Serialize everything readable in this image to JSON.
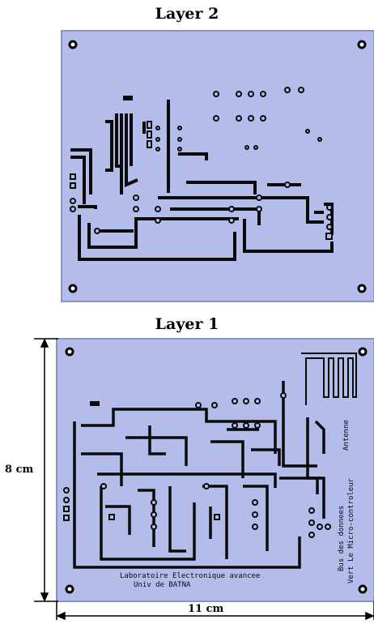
{
  "layer2": {
    "title": "Layer 2"
  },
  "layer1": {
    "title": "Layer 1",
    "silkscreen": {
      "lab_line1": "Laboratoire Electronique avancee",
      "lab_line2": "Univ de BATNA",
      "antenne": "Antenne",
      "bus": "Bus des donnees",
      "micro": "Vert Le Micro-controleur"
    }
  },
  "dimensions": {
    "height": "8 cm",
    "width": "11 cm"
  },
  "colors": {
    "board": "#b4bcea",
    "board_border": "#8a93c9",
    "trace": "#0a0a0a"
  }
}
